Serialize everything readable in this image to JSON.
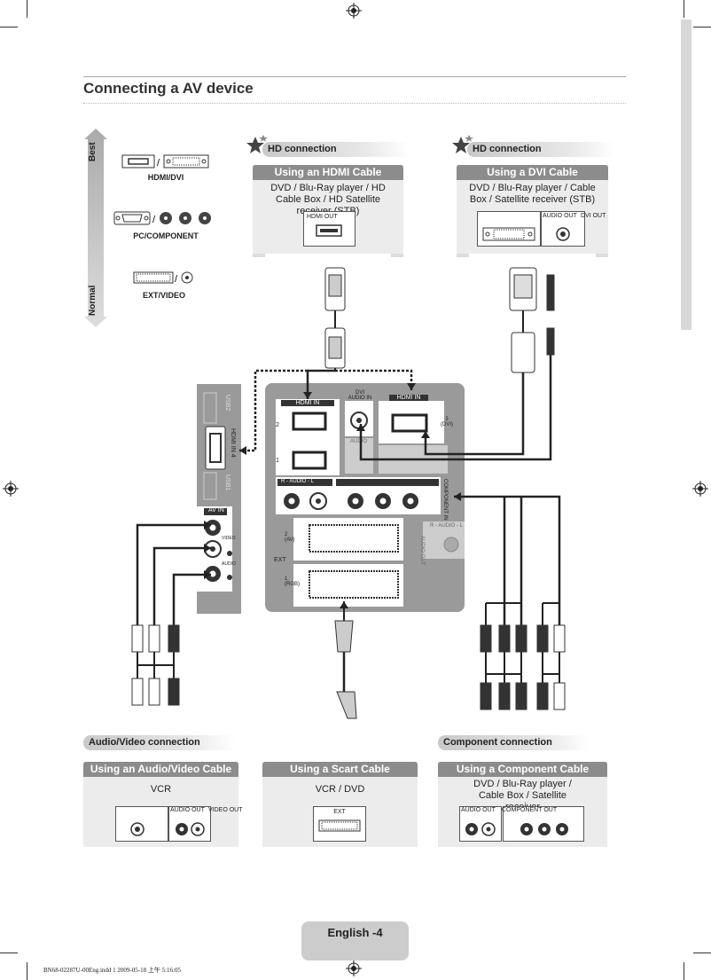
{
  "page_title": "Connecting a AV device",
  "quality_scale": {
    "top": "Best",
    "bottom": "Normal"
  },
  "legend": [
    {
      "label": "HDMI/DVI"
    },
    {
      "label": "PC/COMPONENT"
    },
    {
      "label": "EXT/VIDEO"
    }
  ],
  "top_sections": [
    {
      "tag": "HD connection",
      "heading": "Using an HDMI Cable",
      "desc": "DVD / Blu-Ray player / HD Cable Box / HD Satellite receiver (STB)",
      "ports": [
        "HDMI OUT"
      ]
    },
    {
      "tag": "HD connection",
      "heading": "Using a DVI Cable",
      "desc": "DVD / Blu-Ray player / Cable Box / Satellite receiver (STB)",
      "ports": [
        "AUDIO OUT",
        "DVI OUT"
      ]
    }
  ],
  "tv_side_panel": {
    "usb2": "USB2",
    "hdmi4": "HDMI IN 4",
    "usb1": "USB1",
    "av_in": "AV IN",
    "video": "VIDEO",
    "audio": "AUDIO"
  },
  "tv_rear_panel": {
    "hdmi_in": "HDMI IN",
    "dvi_audio_in": "DVI AUDIO IN",
    "hdmi_in_3": "HDMI IN",
    "dvi_label": "3 (DVI)",
    "port_2": "2",
    "port_1": "1",
    "pc_audio": "AUDIO",
    "component_audio": "R - AUDIO - L",
    "component_in": "COMPONENT IN",
    "ext": "EXT",
    "ext_2": "2 (AV)",
    "ext_1": "1 (RGB)",
    "audio_out": "R - AUDIO - L",
    "audio_out_label": "AUDIO OUT"
  },
  "bottom_sections": [
    {
      "tag": "Audio/Video connection",
      "heading": "Using an Audio/Video Cable",
      "desc": "VCR",
      "ports": [
        "AUDIO OUT",
        "VIDEO OUT"
      ]
    },
    {
      "tag": "",
      "heading": "Using a Scart Cable",
      "desc": "VCR / DVD",
      "ports": [
        "EXT"
      ]
    },
    {
      "tag": "Component connection",
      "heading": "Using a Component Cable",
      "desc": "DVD / Blu-Ray player / Cable Box / Satellite receiver",
      "ports": [
        "AUDIO OUT",
        "COMPONENT OUT"
      ]
    }
  ],
  "page_number": "English -4",
  "footer": "BN68-02287U-00Eng.indd   1   2009-05-18   上午 5:16:05",
  "colors": {
    "panel_gray": "#9a9a9a",
    "tag_gray": "#cfcfcf",
    "head_gray": "#8c8c8c"
  }
}
